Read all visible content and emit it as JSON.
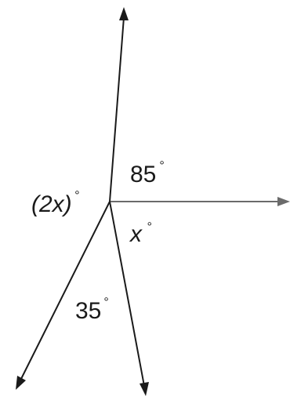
{
  "diagram": {
    "labels": {
      "angle_85": {
        "value": "85",
        "unit": "°"
      },
      "angle_2x": {
        "value": "(2x)",
        "unit": "°"
      },
      "angle_x": {
        "value": "x",
        "unit": "°"
      },
      "angle_35": {
        "value": "35",
        "unit": "°"
      }
    },
    "colors": {
      "rays": "#1a1a1a",
      "horizontal_ray": "#6b6b6b",
      "text": "#1a1a1a"
    }
  }
}
